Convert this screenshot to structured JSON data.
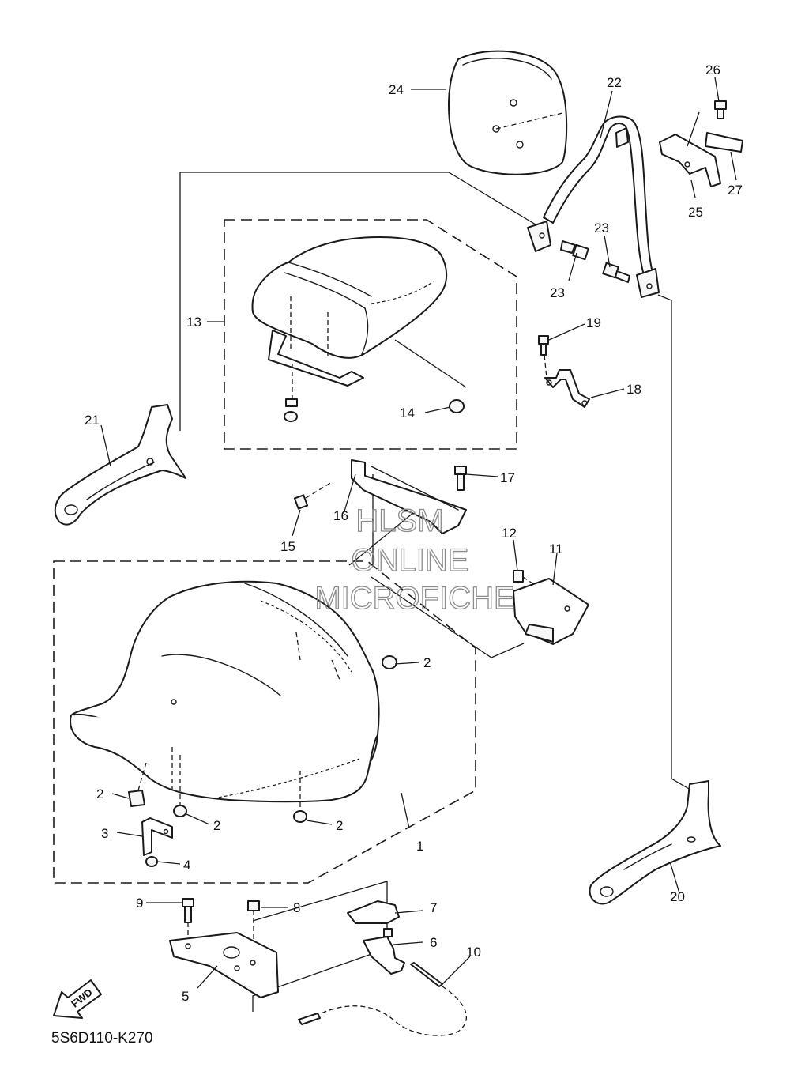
{
  "callouts": {
    "c1": "1",
    "c2a": "2",
    "c2b": "2",
    "c2c": "2",
    "c2d": "2",
    "c3": "3",
    "c4": "4",
    "c5": "5",
    "c6": "6",
    "c7": "7",
    "c8": "8",
    "c9": "9",
    "c10": "10",
    "c11": "11",
    "c12": "12",
    "c13": "13",
    "c14": "14",
    "c15": "15",
    "c16": "16",
    "c17": "17",
    "c18": "18",
    "c19": "19",
    "c20": "20",
    "c21": "21",
    "c22": "22",
    "c23a": "23",
    "c23b": "23",
    "c24": "24",
    "c25": "25",
    "c26": "26",
    "c27": "27"
  },
  "watermark": {
    "line1": "HLSM",
    "line2": "ONLINE",
    "line3": "MICROFICHE"
  },
  "fwd_label": "FWD",
  "diagram_code": "5S6D110-K270"
}
